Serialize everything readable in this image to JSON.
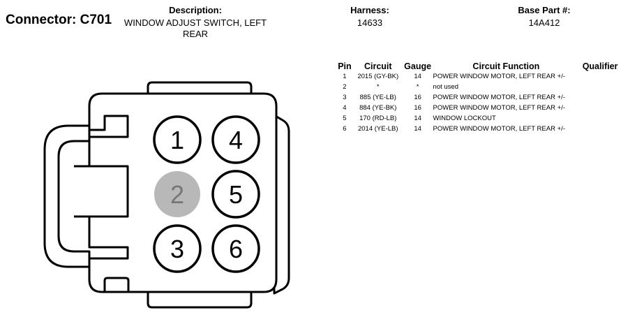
{
  "header": {
    "connector": "Connector: C701",
    "description_label": "Description:",
    "description_value": "WINDOW ADJUST SWITCH, LEFT REAR",
    "harness_label": "Harness:",
    "harness_value": "14633",
    "base_part_label": "Base Part #:",
    "base_part_value": "14A412"
  },
  "table": {
    "columns": [
      "Pin",
      "Circuit",
      "Gauge",
      "Circuit Function",
      "Qualifier"
    ],
    "rows": [
      {
        "pin": "1",
        "circuit": "2015 (GY-BK)",
        "gauge": "14",
        "function": "POWER WINDOW MOTOR, LEFT REAR +/-",
        "qualifier": ""
      },
      {
        "pin": "2",
        "circuit": "*",
        "gauge": "*",
        "function": "not used",
        "qualifier": ""
      },
      {
        "pin": "3",
        "circuit": "885 (YE-LB)",
        "gauge": "16",
        "function": "POWER WINDOW MOTOR, LEFT REAR +/-",
        "qualifier": ""
      },
      {
        "pin": "4",
        "circuit": "884 (YE-BK)",
        "gauge": "16",
        "function": "POWER WINDOW MOTOR, LEFT REAR +/-",
        "qualifier": ""
      },
      {
        "pin": "5",
        "circuit": "170 (RD-LB)",
        "gauge": "14",
        "function": "WINDOW LOCKOUT",
        "qualifier": ""
      },
      {
        "pin": "6",
        "circuit": "2014 (YE-LB)",
        "gauge": "14",
        "function": "POWER WINDOW MOTOR, LEFT REAR +/-",
        "qualifier": ""
      }
    ]
  },
  "diagram": {
    "pins": [
      {
        "label": "1",
        "used": true
      },
      {
        "label": "4",
        "used": true
      },
      {
        "label": "2",
        "used": false
      },
      {
        "label": "5",
        "used": true
      },
      {
        "label": "3",
        "used": true
      },
      {
        "label": "6",
        "used": true
      }
    ],
    "colors": {
      "outline": "#000000",
      "unused_fill": "#b8b8b8",
      "unused_text": "#777777",
      "used_fill": "#ffffff"
    }
  }
}
